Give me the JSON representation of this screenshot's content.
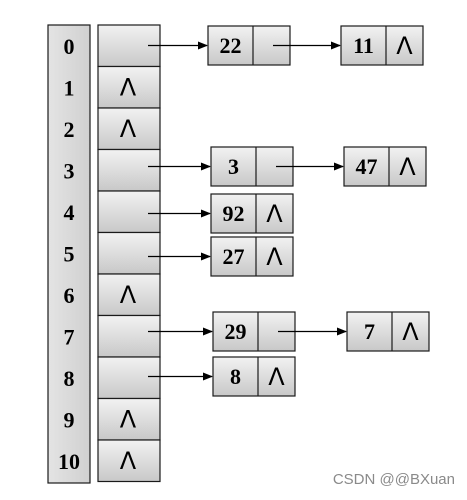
{
  "hash_table": {
    "indices": [
      "0",
      "1",
      "2",
      "3",
      "4",
      "5",
      "6",
      "7",
      "8",
      "9",
      "10"
    ],
    "null_symbol": "Λ",
    "buckets": [
      {
        "index": "0",
        "chain": [
          "22",
          "11"
        ]
      },
      {
        "index": "1",
        "chain": []
      },
      {
        "index": "2",
        "chain": []
      },
      {
        "index": "3",
        "chain": [
          "3",
          "47"
        ]
      },
      {
        "index": "4",
        "chain": [
          "92"
        ]
      },
      {
        "index": "5",
        "chain": [
          "27"
        ]
      },
      {
        "index": "6",
        "chain": []
      },
      {
        "index": "7",
        "chain": [
          "29",
          "7"
        ]
      },
      {
        "index": "8",
        "chain": [
          "8"
        ]
      },
      {
        "index": "9",
        "chain": []
      },
      {
        "index": "10",
        "chain": []
      }
    ]
  },
  "watermark": "CSDN @@BXuan",
  "colors": {
    "box_fill_light": "#eeeeee",
    "box_fill_dark": "#cdcdcd",
    "stroke": "#1a1a1a",
    "arrow": "#000000"
  }
}
